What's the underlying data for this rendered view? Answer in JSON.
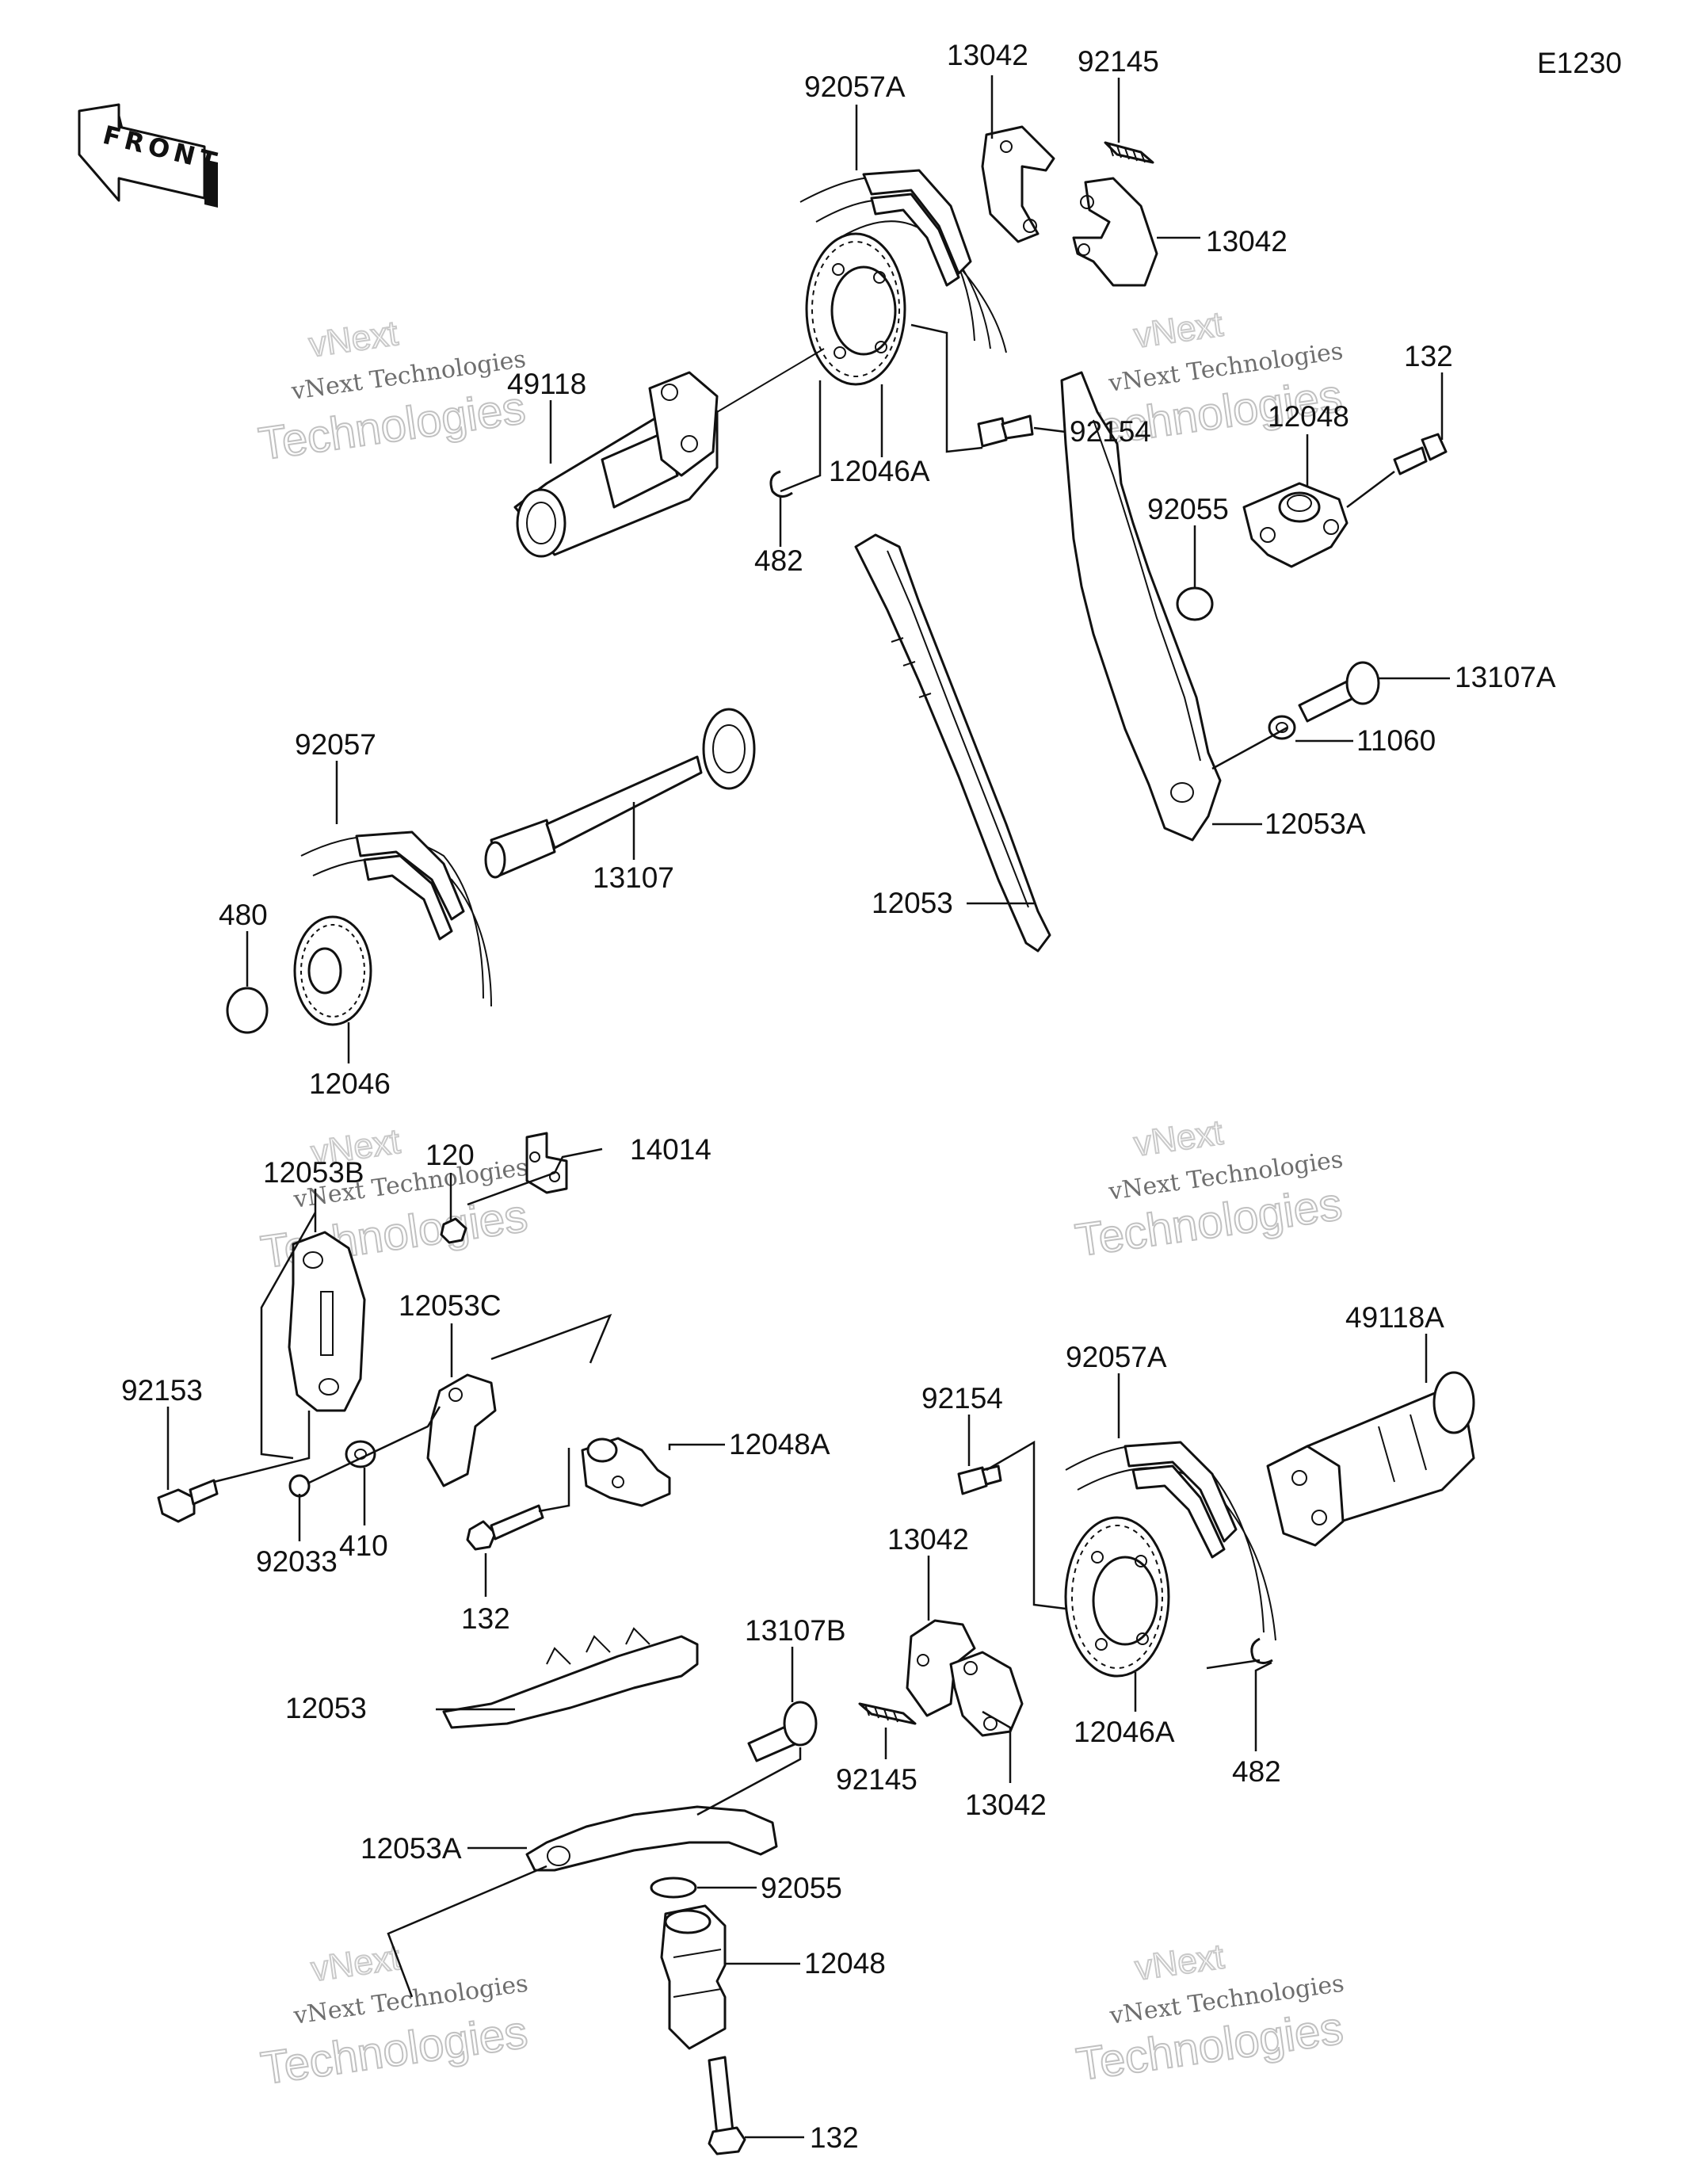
{
  "diagram": {
    "code": "E1230",
    "front_label": "FRONT",
    "watermark": {
      "line1": "vNext Technologies",
      "line2a": "vNext",
      "line2b": "Technologies"
    },
    "parts": [
      {
        "id": "p01",
        "label": "92057A"
      },
      {
        "id": "p02",
        "label": "13042"
      },
      {
        "id": "p03",
        "label": "92145"
      },
      {
        "id": "p04",
        "label": "13042"
      },
      {
        "id": "p05",
        "label": "49118"
      },
      {
        "id": "p06",
        "label": "12046A"
      },
      {
        "id": "p07",
        "label": "92154"
      },
      {
        "id": "p08",
        "label": "482"
      },
      {
        "id": "p09",
        "label": "132"
      },
      {
        "id": "p10",
        "label": "12048"
      },
      {
        "id": "p11",
        "label": "92055"
      },
      {
        "id": "p12",
        "label": "13107A"
      },
      {
        "id": "p13",
        "label": "11060"
      },
      {
        "id": "p14",
        "label": "12053A"
      },
      {
        "id": "p15",
        "label": "12053"
      },
      {
        "id": "p16",
        "label": "92057"
      },
      {
        "id": "p17",
        "label": "13107"
      },
      {
        "id": "p18",
        "label": "480"
      },
      {
        "id": "p19",
        "label": "12046"
      },
      {
        "id": "p20",
        "label": "120"
      },
      {
        "id": "p21",
        "label": "14014"
      },
      {
        "id": "p22",
        "label": "12053B"
      },
      {
        "id": "p23",
        "label": "12053C"
      },
      {
        "id": "p24",
        "label": "92153"
      },
      {
        "id": "p25",
        "label": "12048A"
      },
      {
        "id": "p26",
        "label": "92033"
      },
      {
        "id": "p27",
        "label": "410"
      },
      {
        "id": "p28",
        "label": "132"
      },
      {
        "id": "p29",
        "label": "49118A"
      },
      {
        "id": "p30",
        "label": "92057A"
      },
      {
        "id": "p31",
        "label": "92154"
      },
      {
        "id": "p32",
        "label": "13042"
      },
      {
        "id": "p33",
        "label": "13107B"
      },
      {
        "id": "p34",
        "label": "12053"
      },
      {
        "id": "p35",
        "label": "92145"
      },
      {
        "id": "p36",
        "label": "13042"
      },
      {
        "id": "p37",
        "label": "12046A"
      },
      {
        "id": "p38",
        "label": "482"
      },
      {
        "id": "p39",
        "label": "12053A"
      },
      {
        "id": "p40",
        "label": "92055"
      },
      {
        "id": "p41",
        "label": "12048"
      },
      {
        "id": "p42",
        "label": "132"
      }
    ]
  }
}
